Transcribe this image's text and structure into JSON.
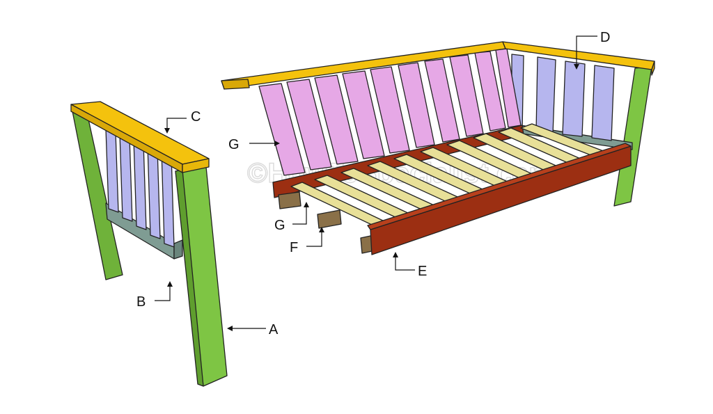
{
  "watermark": "©HowToSpecialist.com",
  "colors": {
    "leg_a": "#7ec544",
    "stretcher_b": "#7f9c93",
    "cap_c": "#f4c20d",
    "slat_d": "#b6b6ee",
    "frame_e": "#9c2f12",
    "cleat_f": "#8a7048",
    "slat_g_seat": "#e8e098",
    "slat_g_back": "#e6a8e6"
  },
  "labels": {
    "a": "A",
    "b": "B",
    "c": "C",
    "d": "D",
    "e": "E",
    "f": "F",
    "g_back": "G",
    "g_seat": "G"
  }
}
